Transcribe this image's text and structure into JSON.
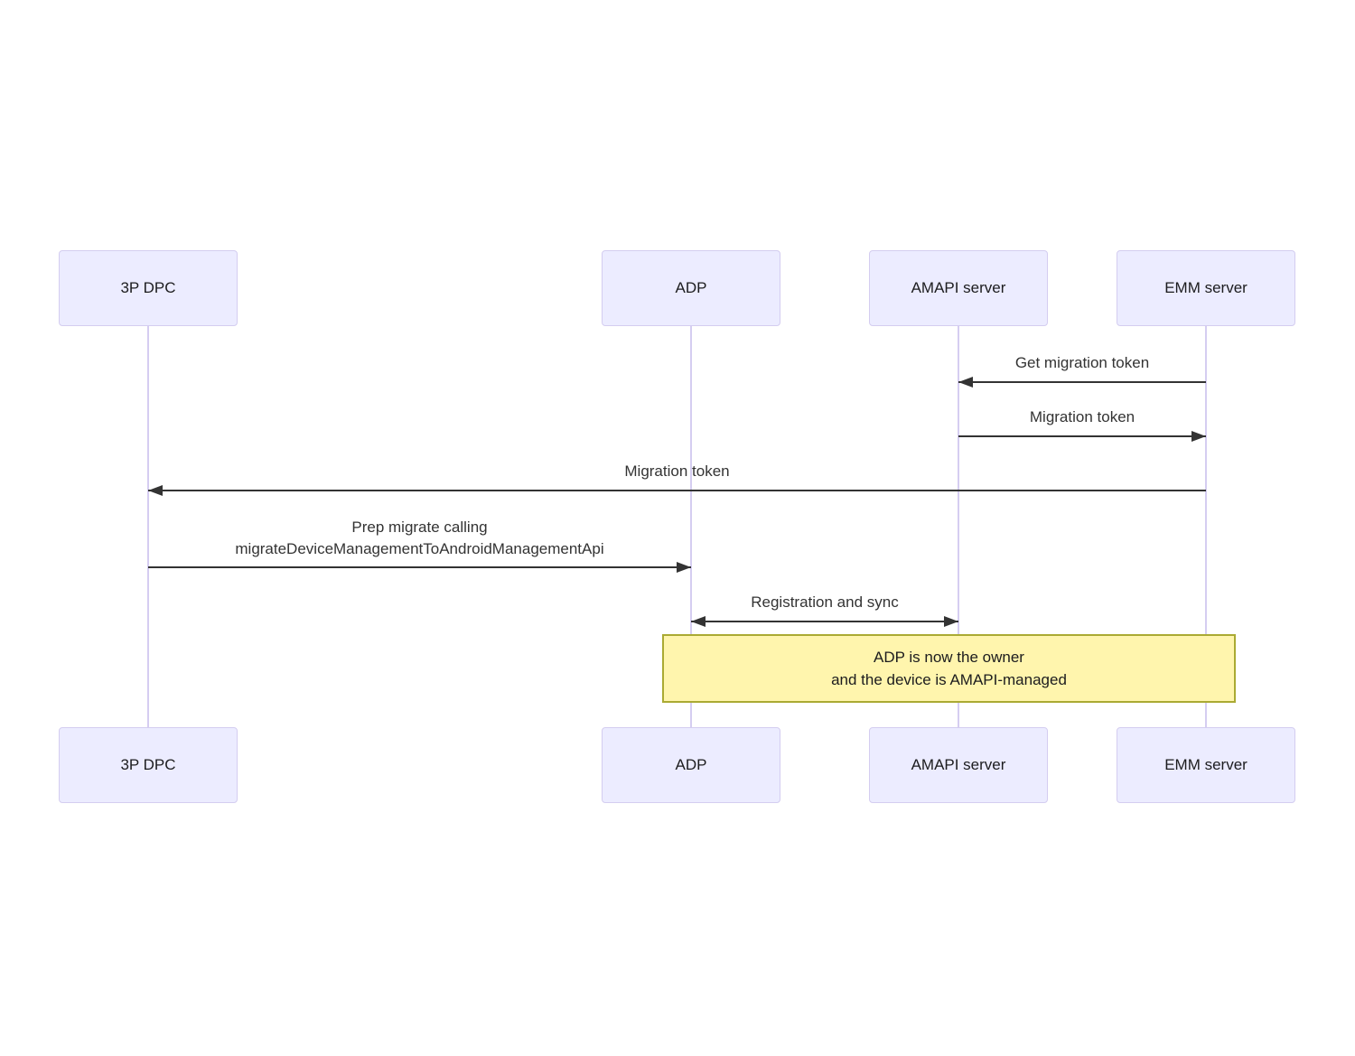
{
  "diagram": {
    "type": "sequence-diagram",
    "actors": [
      {
        "label": "3P DPC"
      },
      {
        "label": "ADP"
      },
      {
        "label": "AMAPI server"
      },
      {
        "label": "EMM server"
      }
    ],
    "messages": [
      {
        "label": "Get migration token",
        "from": "EMM server",
        "to": "AMAPI server",
        "arrow": "left"
      },
      {
        "label": "Migration token",
        "from": "AMAPI server",
        "to": "EMM server",
        "arrow": "right"
      },
      {
        "label": "Migration token",
        "from": "EMM server",
        "to": "3P DPC",
        "arrow": "left"
      },
      {
        "label": "Prep migrate calling migrateDeviceManagementToAndroidManagementApi",
        "lines": [
          "Prep migrate calling",
          "migrateDeviceManagementToAndroidManagementApi"
        ],
        "from": "3P DPC",
        "to": "ADP",
        "arrow": "right"
      },
      {
        "label": "Registration and sync",
        "from": "ADP",
        "to": "AMAPI server",
        "arrow": "both"
      }
    ],
    "note": {
      "lines": [
        "ADP is now the owner",
        "and the device is AMAPI-managed"
      ],
      "over": "ADP, EMM server"
    },
    "colors": {
      "actor_fill": "#ececff",
      "actor_border": "#d4cdf0",
      "lifeline": "#d5cdf1",
      "note_fill": "#fff5ad",
      "note_border": "#aaaa33",
      "arrow": "#333333",
      "text": "#333333"
    }
  }
}
